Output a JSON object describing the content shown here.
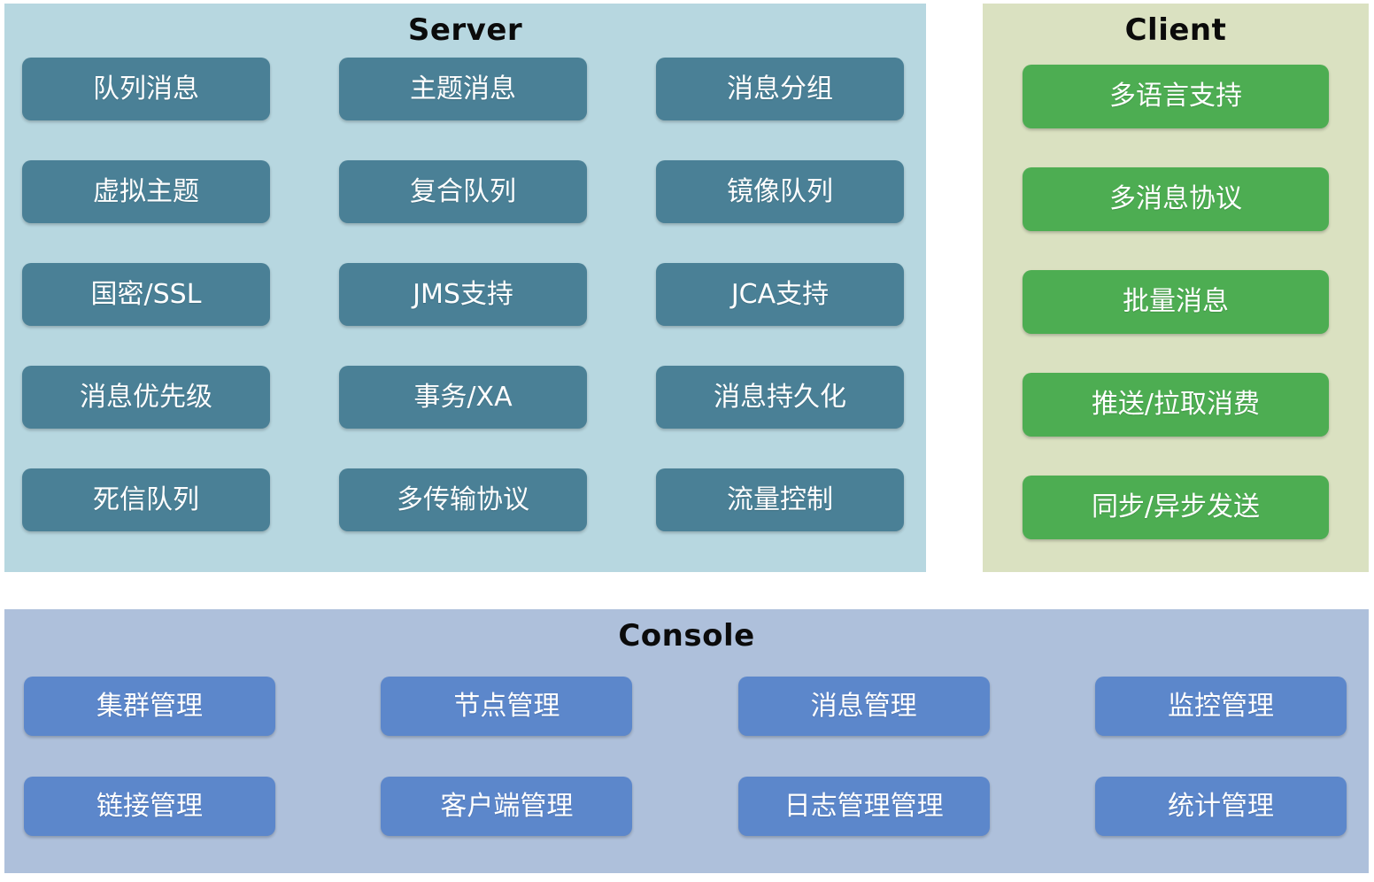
{
  "panels": {
    "server": {
      "title": "Server",
      "panel_bg": "#b7d7e0",
      "button_bg": "#4a8096",
      "items": [
        "队列消息",
        "主题消息",
        "消息分组",
        "虚拟主题",
        "复合队列",
        "镜像队列",
        "国密/SSL",
        "JMS支持",
        "JCA支持",
        "消息优先级",
        "事务/XA",
        "消息持久化",
        "死信队列",
        "多传输协议",
        "流量控制"
      ]
    },
    "client": {
      "title": "Client",
      "panel_bg": "#dae1c1",
      "button_bg": "#4dad52",
      "items": [
        "多语言支持",
        "多消息协议",
        "批量消息",
        "推送/拉取消费",
        "同步/异步发送"
      ]
    },
    "console": {
      "title": "Console",
      "panel_bg": "#aec0db",
      "button_bg": "#5c87cb",
      "items": [
        "集群管理",
        "节点管理",
        "消息管理",
        "监控管理",
        "链接管理",
        "客户端管理",
        "日志管理管理",
        "统计管理"
      ]
    }
  },
  "button_text_color": "#ffffff",
  "title_text_color": "#0b0b0b"
}
